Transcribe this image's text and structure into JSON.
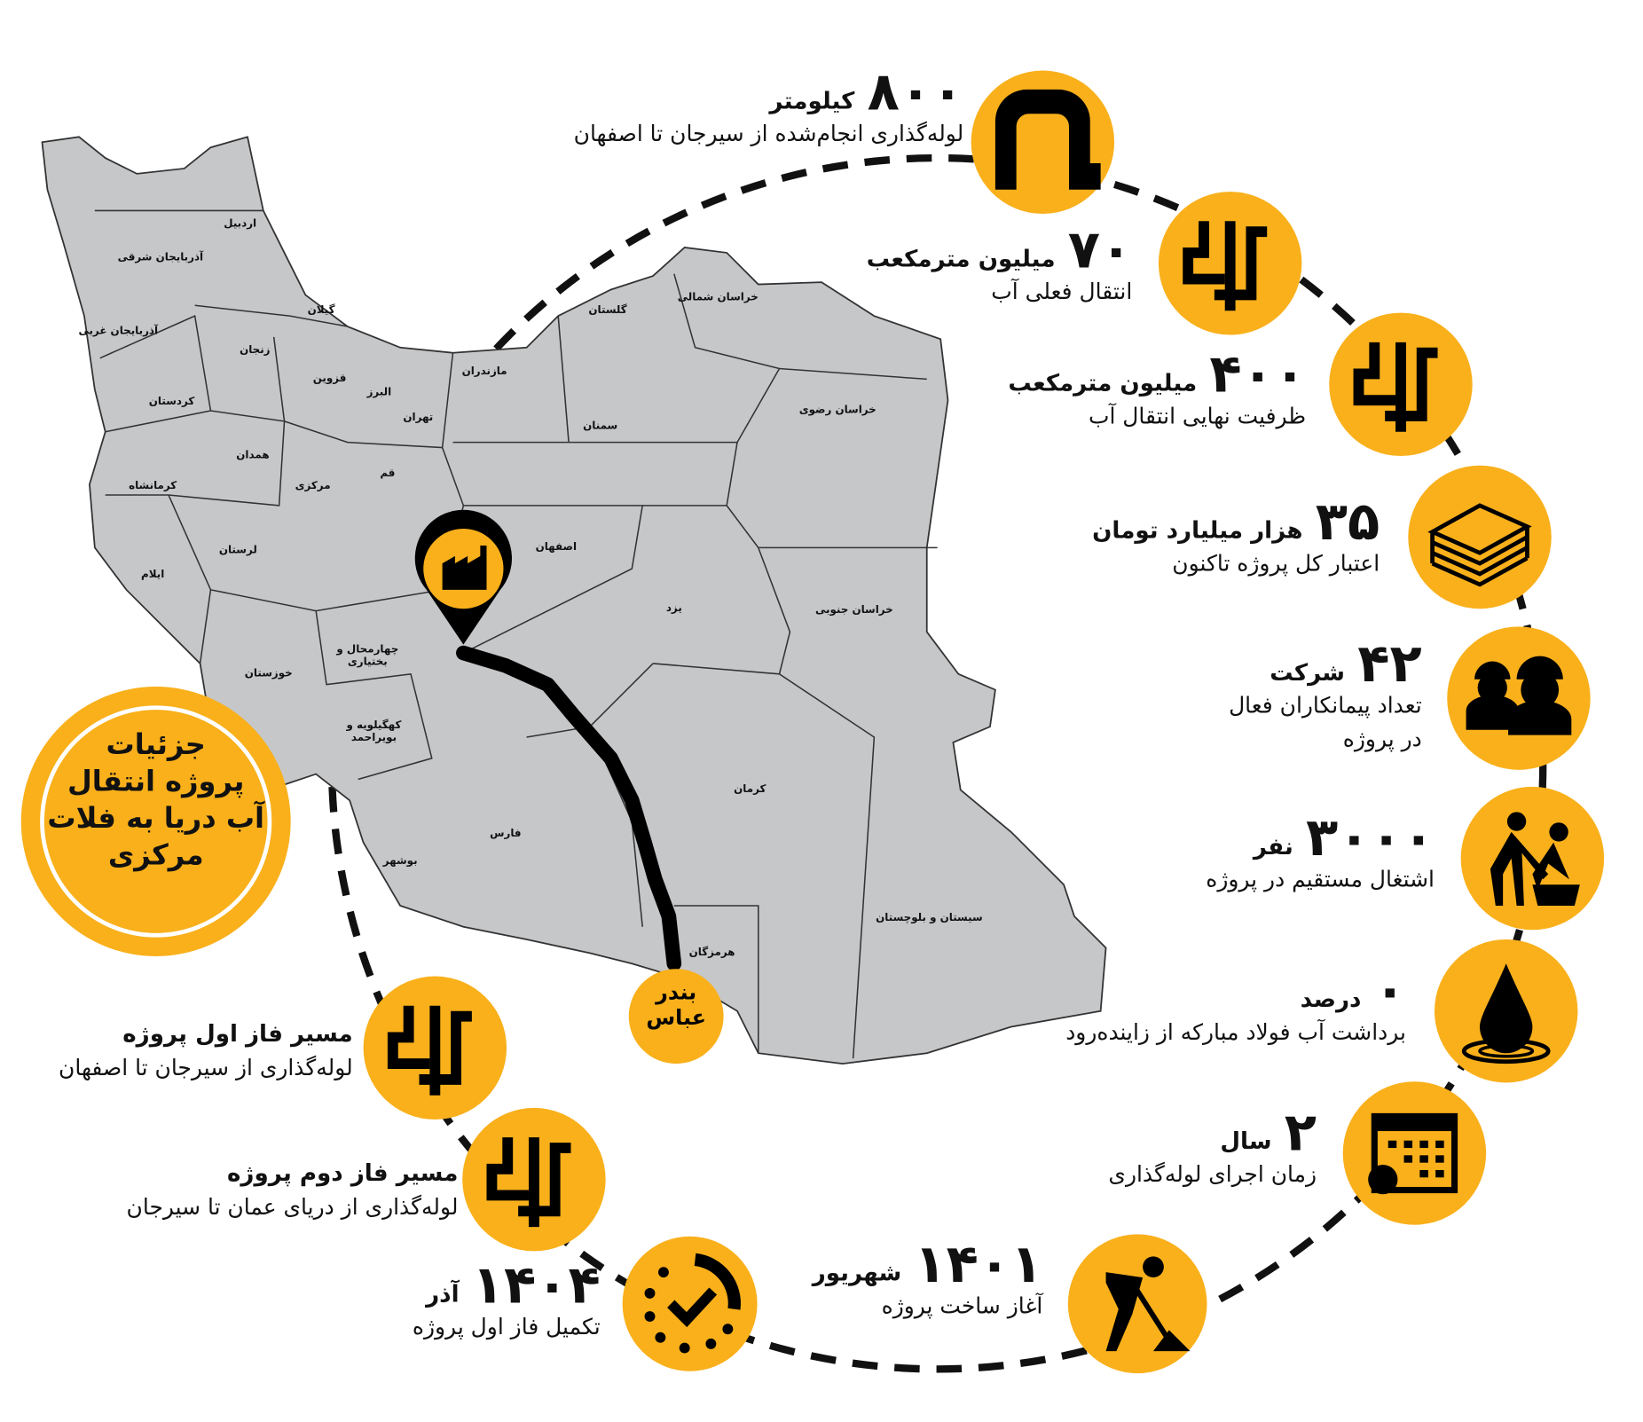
{
  "colors": {
    "accent": "#F9B01B",
    "map_fill": "#C6C7C9",
    "ink": "#111111"
  },
  "badge": {
    "lines": [
      "جزئیات",
      "پروژه انتقال",
      "آب دریا به فلات",
      "مرکزی"
    ]
  },
  "port_label": {
    "line1": "بندر",
    "line2": "عباس"
  },
  "provinces": [
    "آذربایجان شرقی",
    "اردبیل",
    "آذربایجان غربی",
    "گیلان",
    "زنجان",
    "کردستان",
    "قزوین",
    "البرز",
    "تهران",
    "مازندران",
    "گلستان",
    "خراسان شمالی",
    "سمنان",
    "خراسان رضوی",
    "همدان",
    "کرمانشاه",
    "مرکزی",
    "قم",
    "لرستان",
    "اصفهان",
    "ایلام",
    "یزد",
    "خراسان جنوبی",
    "خوزستان",
    "چهارمحال و بختیاری",
    "کهگیلویه و بویراحمد",
    "کرمان",
    "فارس",
    "بوشهر",
    "سیستان و بلوچستان",
    "هرمزگان"
  ],
  "stats": [
    {
      "number": "۸۰۰",
      "unit": "کیلومتر",
      "desc": [
        "لوله‌گذاری انجام‌شده از سیرجان تا اصفهان"
      ],
      "icon": "pipe-elbow-icon"
    },
    {
      "number": "۷۰",
      "unit": "میلیون مترمکعب",
      "desc": [
        "انتقال فعلی آب"
      ],
      "icon": "pipes-icon"
    },
    {
      "number": "۴۰۰",
      "unit": "میلیون مترمکعب",
      "desc": [
        "ظرفیت نهایی انتقال آب"
      ],
      "icon": "pipes-icon"
    },
    {
      "number": "۳۵",
      "unit": "هزار میلیارد تومان",
      "desc": [
        "اعتبار کل پروژه تاکنون"
      ],
      "icon": "money-stack-icon"
    },
    {
      "number": "۴۲",
      "unit": "شرکت",
      "desc": [
        "تعداد پیمانکاران فعال",
        "در پروژه"
      ],
      "icon": "contractors-icon"
    },
    {
      "number": "۳۰۰۰",
      "unit": "نفر",
      "desc": [
        "اشتغال مستقیم در پروژه"
      ],
      "icon": "workers-icon"
    },
    {
      "number": "۰",
      "unit": "درصد",
      "desc": [
        "برداشت آب فولاد مبارکه از زاینده‌رود"
      ],
      "icon": "water-drop-icon"
    },
    {
      "number": "۲",
      "unit": "سال",
      "desc": [
        "زمان اجرای لوله‌گذاری"
      ],
      "icon": "calendar-icon"
    },
    {
      "number": "۱۴۰۱",
      "unit": "شهریور",
      "desc": [
        "آغاز ساخت پروژه"
      ],
      "icon": "digging-worker-icon"
    },
    {
      "number": "۱۴۰۴",
      "unit": "آذر",
      "desc": [
        "تکمیل فاز اول پروژه"
      ],
      "icon": "progress-check-icon"
    },
    {
      "number": "",
      "unit": "مسیر فاز دوم پروژه",
      "desc": [
        "لوله‌گذاری از دریای عمان تا سیرجان"
      ],
      "icon": "pipes-icon"
    },
    {
      "number": "",
      "unit": "مسیر فاز اول پروژه",
      "desc": [
        "لوله‌گذاری از سیرجان تا اصفهان"
      ],
      "icon": "pipes-icon"
    }
  ]
}
